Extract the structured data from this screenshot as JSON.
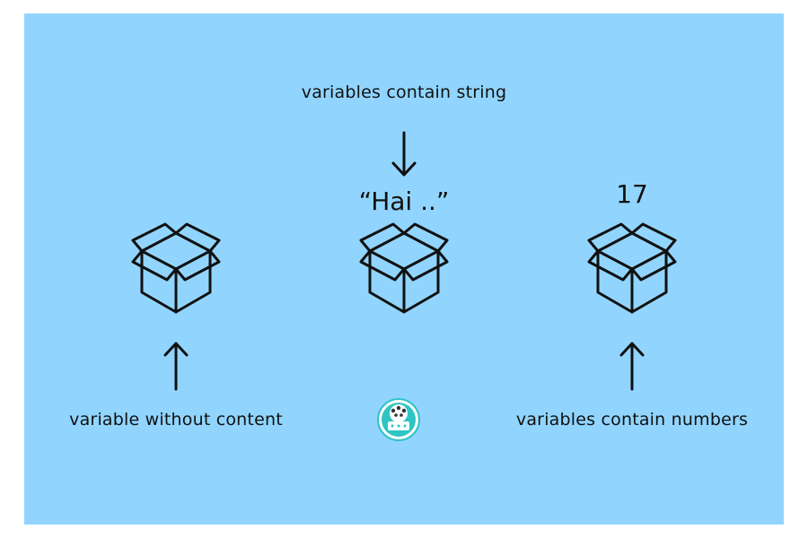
{
  "labels": {
    "top": "variables contain string",
    "left": "variable without content",
    "right": "variables contain numbers"
  },
  "contents": {
    "middle": "“Hai ..”",
    "right": "17"
  },
  "colors": {
    "background": "#91d5ff",
    "ink": "#111111",
    "logo_accent": "#2ec4c4"
  },
  "icons": [
    "box-icon",
    "arrow-down-icon",
    "arrow-up-icon",
    "logo-icon"
  ]
}
